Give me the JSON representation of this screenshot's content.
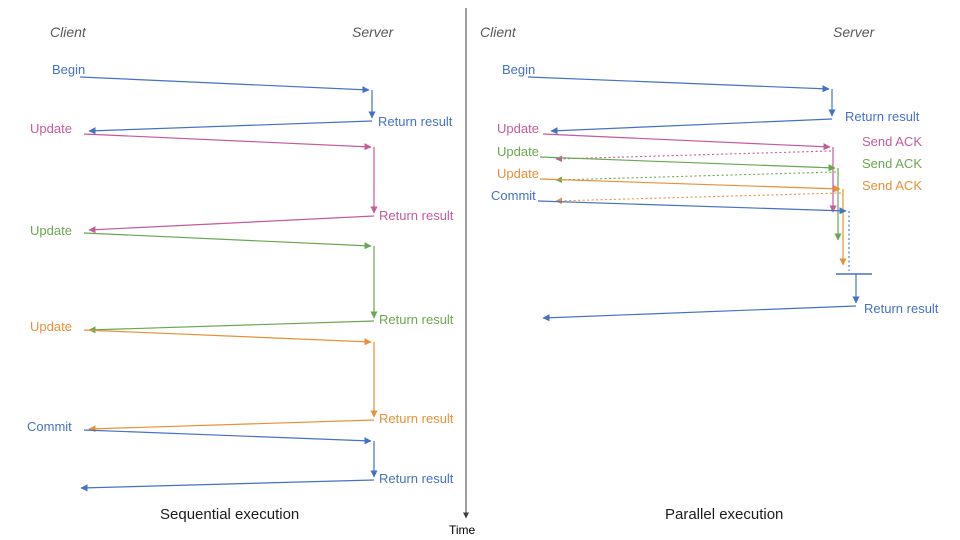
{
  "colors": {
    "blue": "#4472c4",
    "pink": "#c55a9c",
    "green": "#6aa84f",
    "orange": "#e69138",
    "axis": "#3f3f3f",
    "heading": "#595959"
  },
  "time_axis": {
    "label": "Time"
  },
  "left": {
    "client": "Client",
    "server": "Server",
    "caption": "Sequential execution",
    "messages": [
      {
        "label": "Begin",
        "response": "Return result",
        "color": "blue"
      },
      {
        "label": "Update",
        "response": "Return result",
        "color": "pink"
      },
      {
        "label": "Update",
        "response": "Return result",
        "color": "green"
      },
      {
        "label": "Update",
        "response": "Return result",
        "color": "orange"
      },
      {
        "label": "Commit",
        "response": "Return result",
        "color": "blue"
      }
    ]
  },
  "right": {
    "client": "Client",
    "server": "Server",
    "caption": "Parallel execution",
    "messages": [
      {
        "label": "Begin",
        "response": "Return result",
        "color": "blue"
      },
      {
        "label": "Update",
        "response": "Send ACK",
        "color": "pink"
      },
      {
        "label": "Update",
        "response": "Send ACK",
        "color": "green"
      },
      {
        "label": "Update",
        "response": "Send ACK",
        "color": "orange"
      },
      {
        "label": "Commit",
        "response": "Return result",
        "color": "blue"
      }
    ]
  }
}
